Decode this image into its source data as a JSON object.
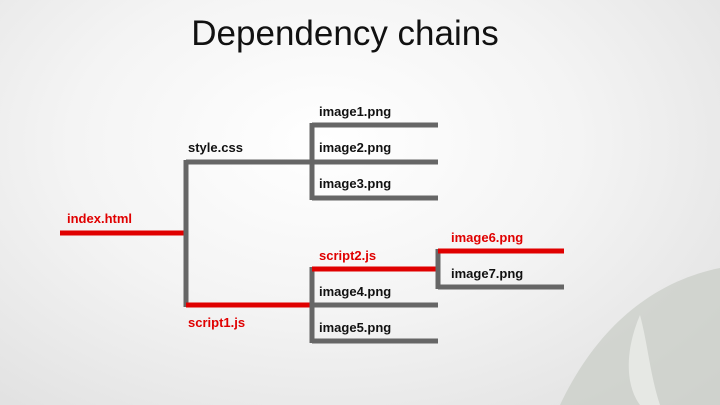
{
  "title": "Dependency chains",
  "colors": {
    "critical": "#e00000",
    "normal": "#666666"
  },
  "nodes": {
    "index": "index.html",
    "style": "style.css",
    "script1": "script1.js",
    "script2": "script2.js",
    "image1": "image1.png",
    "image2": "image2.png",
    "image3": "image3.png",
    "image4": "image4.png",
    "image5": "image5.png",
    "image6": "image6.png",
    "image7": "image7.png"
  }
}
